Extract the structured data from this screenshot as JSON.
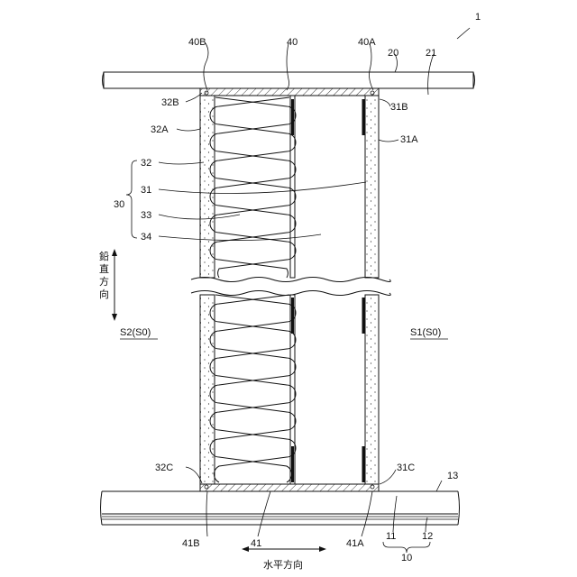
{
  "labels": {
    "fig": "1",
    "l40B": "40B",
    "l40": "40",
    "l40A": "40A",
    "l20": "20",
    "l21": "21",
    "l32B": "32B",
    "l31B": "31B",
    "l32A": "32A",
    "l31A": "31A",
    "l32": "32",
    "l31": "31",
    "l33": "33",
    "l34": "34",
    "l30": "30",
    "vertical": [
      "鉛",
      "直",
      "方",
      "向"
    ],
    "s2": "S2(S0)",
    "s1": "S1(S0)",
    "l32C": "32C",
    "l31C": "31C",
    "l13": "13",
    "l41B": "41B",
    "l41": "41",
    "l41A": "41A",
    "l11": "11",
    "l12": "12",
    "l10": "10",
    "horizontal": "水平方向"
  },
  "colors": {
    "line": "#111111",
    "background": "#ffffff"
  }
}
